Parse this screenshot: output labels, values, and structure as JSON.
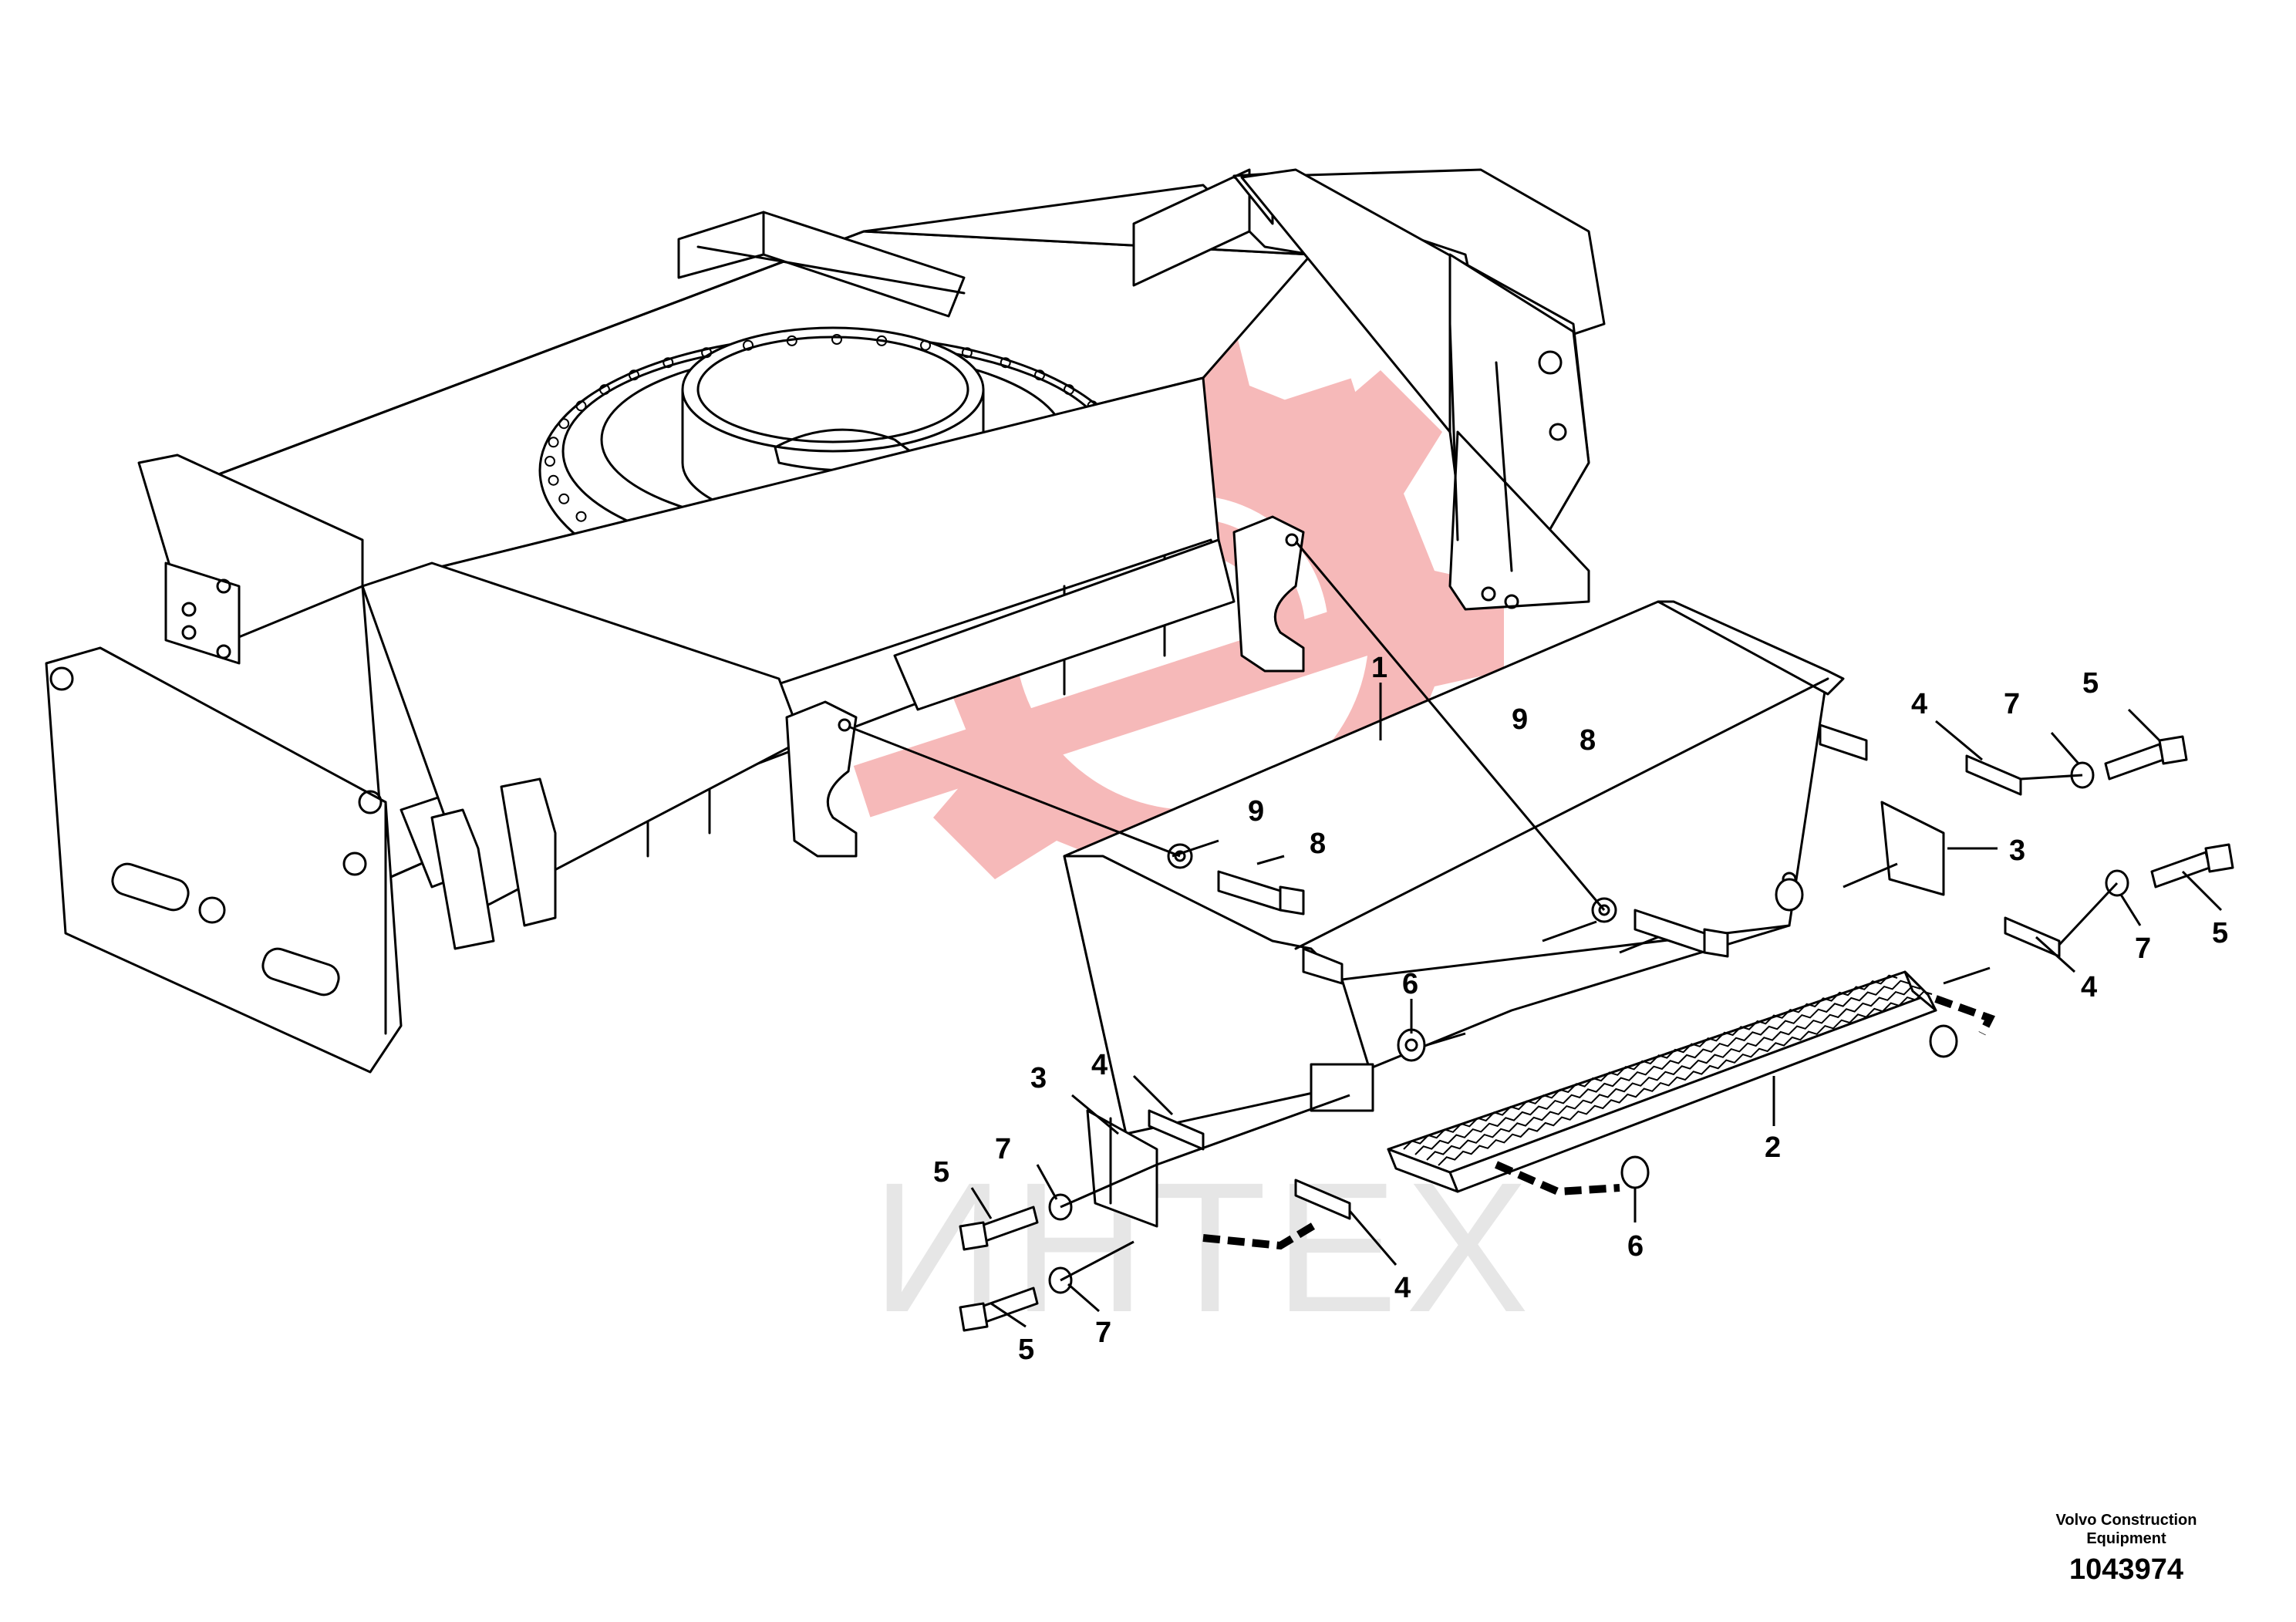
{
  "callouts": [
    {
      "id": "c1",
      "label": "1"
    },
    {
      "id": "c2",
      "label": "2"
    },
    {
      "id": "c3a",
      "label": "3"
    },
    {
      "id": "c3b",
      "label": "3"
    },
    {
      "id": "c4a",
      "label": "4"
    },
    {
      "id": "c4b",
      "label": "4"
    },
    {
      "id": "c4c",
      "label": "4"
    },
    {
      "id": "c4d",
      "label": "4"
    },
    {
      "id": "c5a",
      "label": "5"
    },
    {
      "id": "c5b",
      "label": "5"
    },
    {
      "id": "c5c",
      "label": "5"
    },
    {
      "id": "c5d",
      "label": "5"
    },
    {
      "id": "c6a",
      "label": "6"
    },
    {
      "id": "c6b",
      "label": "6"
    },
    {
      "id": "c7a",
      "label": "7"
    },
    {
      "id": "c7b",
      "label": "7"
    },
    {
      "id": "c7c",
      "label": "7"
    },
    {
      "id": "c7d",
      "label": "7"
    },
    {
      "id": "c8a",
      "label": "8"
    },
    {
      "id": "c8b",
      "label": "8"
    },
    {
      "id": "c9a",
      "label": "9"
    },
    {
      "id": "c9b",
      "label": "9"
    }
  ],
  "watermark": {
    "text": "ИНТЕХ",
    "color": "#f4a0a0"
  },
  "footer": {
    "brand_line1": "Volvo Construction",
    "brand_line2": "Equipment",
    "drawing_number": "1043974"
  }
}
